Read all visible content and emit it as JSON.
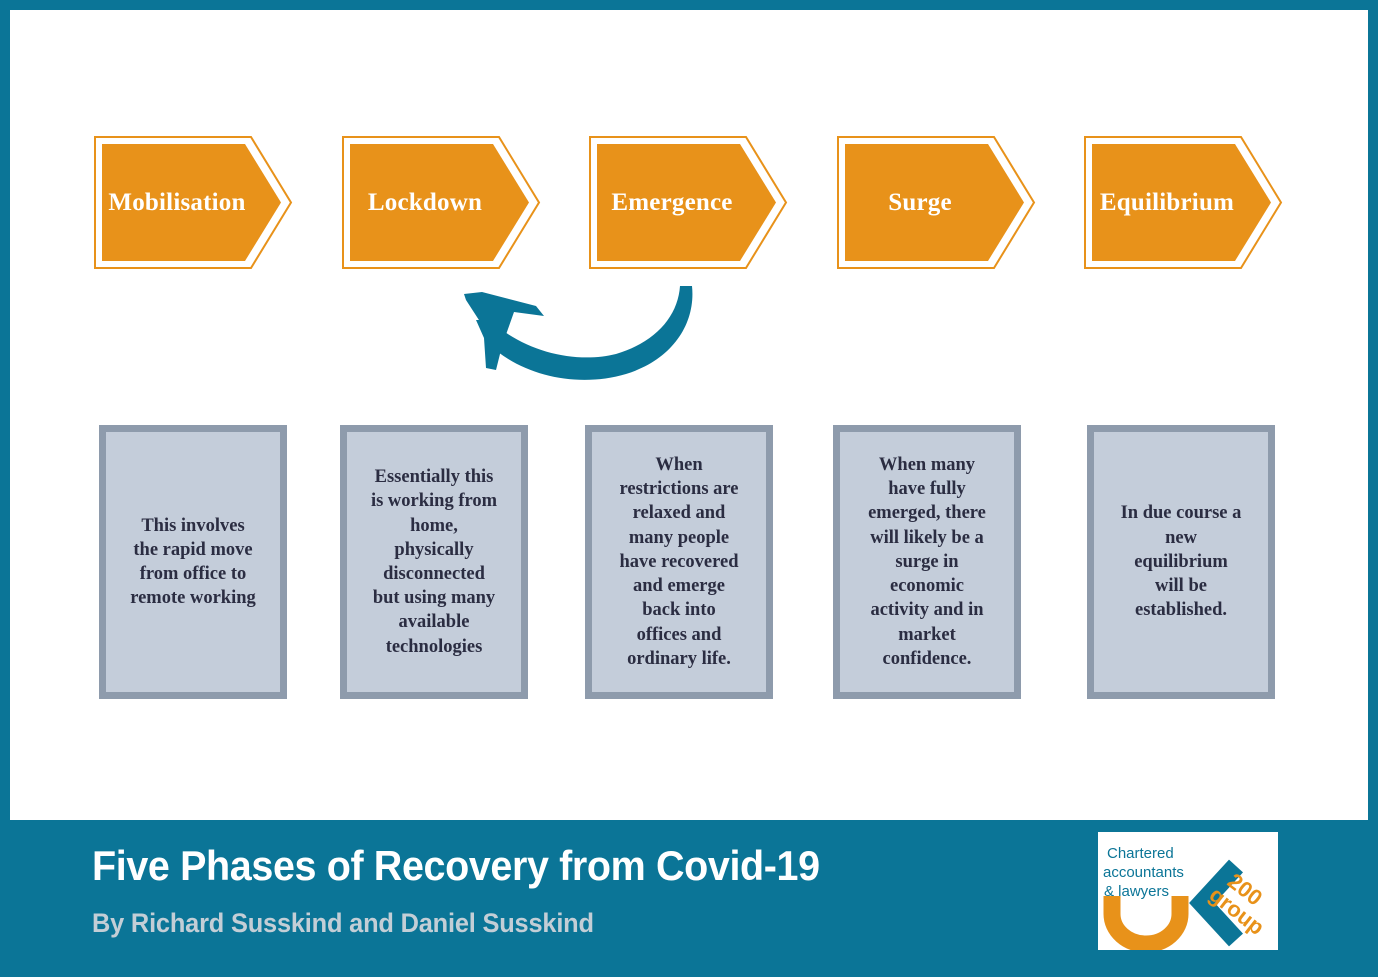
{
  "colors": {
    "teal": "#0b7597",
    "orange": "#e8921a",
    "box_fill": "#c4cdda",
    "box_border": "#8e9bac",
    "text_dark": "#2b2d42",
    "title_white": "#ffffff",
    "byline_grey": "#c3ced6"
  },
  "phases": [
    {
      "id": "mobilisation",
      "label": "Mobilisation",
      "description": "This involves\nthe rapid move\nfrom office to\nremote working"
    },
    {
      "id": "lockdown",
      "label": "Lockdown",
      "description": "Essentially this\nis working from\nhome,\nphysically\ndisconnected\nbut using many\navailable\ntechnologies"
    },
    {
      "id": "emergence",
      "label": "Emergence",
      "description": "When\nrestrictions are\nrelaxed and\nmany people\nhave recovered\nand emerge\nback into\noffices and\nordinary life."
    },
    {
      "id": "surge",
      "label": "Surge",
      "description": "When many\nhave fully\nemerged, there\nwill likely be a\nsurge in\neconomic\nactivity and in\nmarket\nconfidence."
    },
    {
      "id": "equilibrium",
      "label": "Equilibrium",
      "description": "In due course a\nnew\nequilibrium\nwill be\nestablished."
    }
  ],
  "arrow": {
    "name": "curved-back-arrow",
    "from": "emergence",
    "to": "lockdown",
    "color": "#0b7597"
  },
  "banner": {
    "title": "Five Phases of Recovery from Covid-19",
    "byline": "By Richard Susskind and Daniel Susskind"
  },
  "logo": {
    "line1": "Chartered",
    "line2": "accountants",
    "line3": "& lawyers",
    "mark_u": "U",
    "mark_k": "K",
    "mark_number": "200",
    "mark_word": "group"
  }
}
